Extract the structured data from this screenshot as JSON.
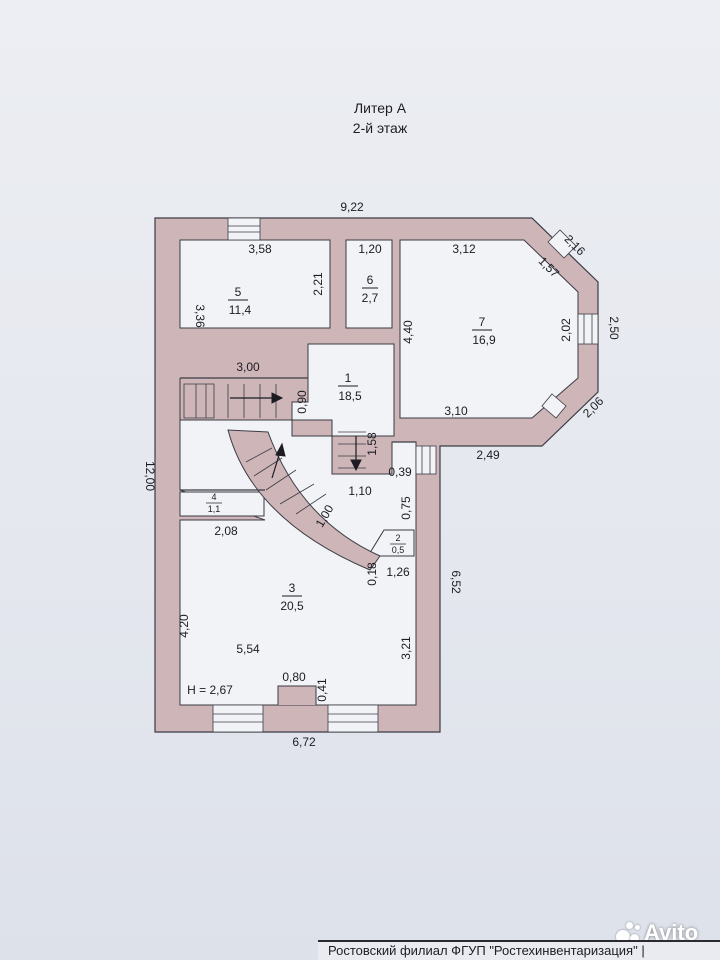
{
  "header": {
    "title": "Литер А",
    "subtitle": "2-й этаж"
  },
  "colors": {
    "wall": "#cdb5b8",
    "line": "#3b3b44",
    "floor": "#f2f3f6"
  },
  "rooms": [
    {
      "number": "5",
      "area": "11,4"
    },
    {
      "number": "6",
      "area": "2,7"
    },
    {
      "number": "7",
      "area": "16,9"
    },
    {
      "number": "1",
      "area": "18,5"
    },
    {
      "number": "4",
      "area": "1,1"
    },
    {
      "number": "2",
      "area": "0,5"
    },
    {
      "number": "3",
      "area": "20,5"
    }
  ],
  "dimensions": {
    "top_total": "9,22",
    "r5_top": "3,58",
    "r6_top": "1,20",
    "r7_top": "3,12",
    "bay_top": "2,16",
    "bay_inner": "1,57",
    "bay_side": "2,50",
    "bay_inner_side": "2,02",
    "bay_bottom": "2,06",
    "r5_right": "2,21",
    "r5_left": "3,36",
    "r5_bottom": "3,00",
    "r7_left": "4,40",
    "r7_bottom": "3,10",
    "step_width": "0,90",
    "stair_small": "1,58",
    "ledge": "2,49",
    "gap": "0,39",
    "landing": "1,10",
    "stair_curve": "1,00",
    "wall_075": "0,75",
    "r4_width": "2,08",
    "r2_height": "0,18",
    "r2_width": "1,26",
    "right_lower": "6,52",
    "left_total": "12,00",
    "r3_left": "4,20",
    "r3_inner": "5,54",
    "r3_right": "3,21",
    "niche_width": "0,80",
    "niche_depth": "0,41",
    "bottom_total": "6,72"
  },
  "height_note": "Н = 2,67",
  "footer": {
    "text": "Ростовский филиал ФГУП \"Ростехинвентаризация\" |"
  },
  "watermark": {
    "text": "Avito"
  }
}
